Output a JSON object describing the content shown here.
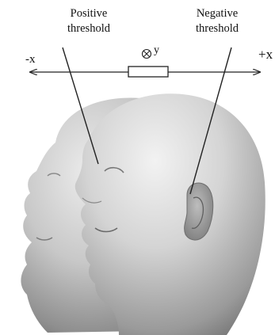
{
  "labels": {
    "positive": [
      "Positive",
      "threshold"
    ],
    "negative": [
      "Negative",
      "threshold"
    ]
  },
  "axis": {
    "minus_x": "-x",
    "plus_x": "+x",
    "y": "⊗y"
  },
  "colors": {
    "line": "#222222",
    "head_light": "#d7d7d7",
    "head_dark": "#6e6e6e"
  }
}
